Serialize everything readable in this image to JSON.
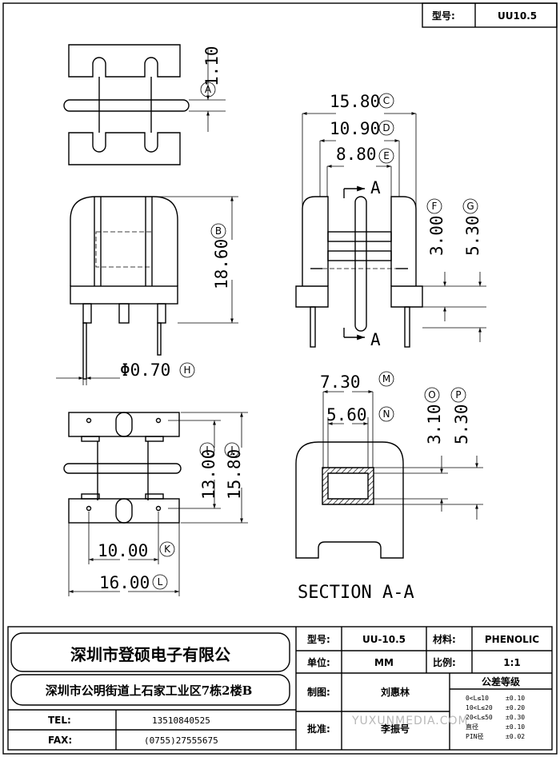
{
  "header": {
    "model_label": "型号:",
    "model_value": "UU10.5"
  },
  "dimensions": [
    {
      "id": "A",
      "value": "1.10"
    },
    {
      "id": "B",
      "value": "18.60"
    },
    {
      "id": "C",
      "value": "15.80"
    },
    {
      "id": "D",
      "value": "10.90"
    },
    {
      "id": "E",
      "value": "8.80"
    },
    {
      "id": "F",
      "value": "3.00"
    },
    {
      "id": "G",
      "value": "5.30"
    },
    {
      "id": "H",
      "value": "Φ0.70"
    },
    {
      "id": "I",
      "value": "13.00"
    },
    {
      "id": "J",
      "value": "15.80"
    },
    {
      "id": "K",
      "value": "10.00"
    },
    {
      "id": "L",
      "value": "16.00"
    },
    {
      "id": "M",
      "value": "7.30"
    },
    {
      "id": "N",
      "value": "5.60"
    },
    {
      "id": "O",
      "value": "3.10"
    },
    {
      "id": "P",
      "value": "5.30"
    }
  ],
  "section_marker": "A",
  "section_title": "SECTION A-A",
  "company": {
    "name": "深圳市登硕电子有限公",
    "address": "深圳市公明街道上石家工业区7栋2楼B",
    "tel_label": "TEL:",
    "tel": "13510840525",
    "fax_label": "FAX:",
    "fax": "(0755)27555675"
  },
  "title_block": {
    "model_label": "型号:",
    "model_value": "UU-10.5",
    "material_label": "材料:",
    "material_value": "PHENOLIC",
    "unit_label": "单位:",
    "unit_value": "MM",
    "scale_label": "比例:",
    "scale_value": "1:1",
    "drawn_label": "制图:",
    "drawn_value": "刘惠林",
    "approved_label": "批准:",
    "approved_value": "李振号",
    "tolerance": {
      "title": "公差等级",
      "rows": [
        {
          "range": "0<L≤10",
          "tol": "±0.10"
        },
        {
          "range": "10<L≤20",
          "tol": "±0.20"
        },
        {
          "range": "20<L≤50",
          "tol": "±0.30"
        },
        {
          "range": "直径",
          "tol": "±0.10"
        },
        {
          "range": "PIN径",
          "tol": "±0.02"
        }
      ]
    }
  },
  "watermark": "YUXUNMEDIA.COM"
}
